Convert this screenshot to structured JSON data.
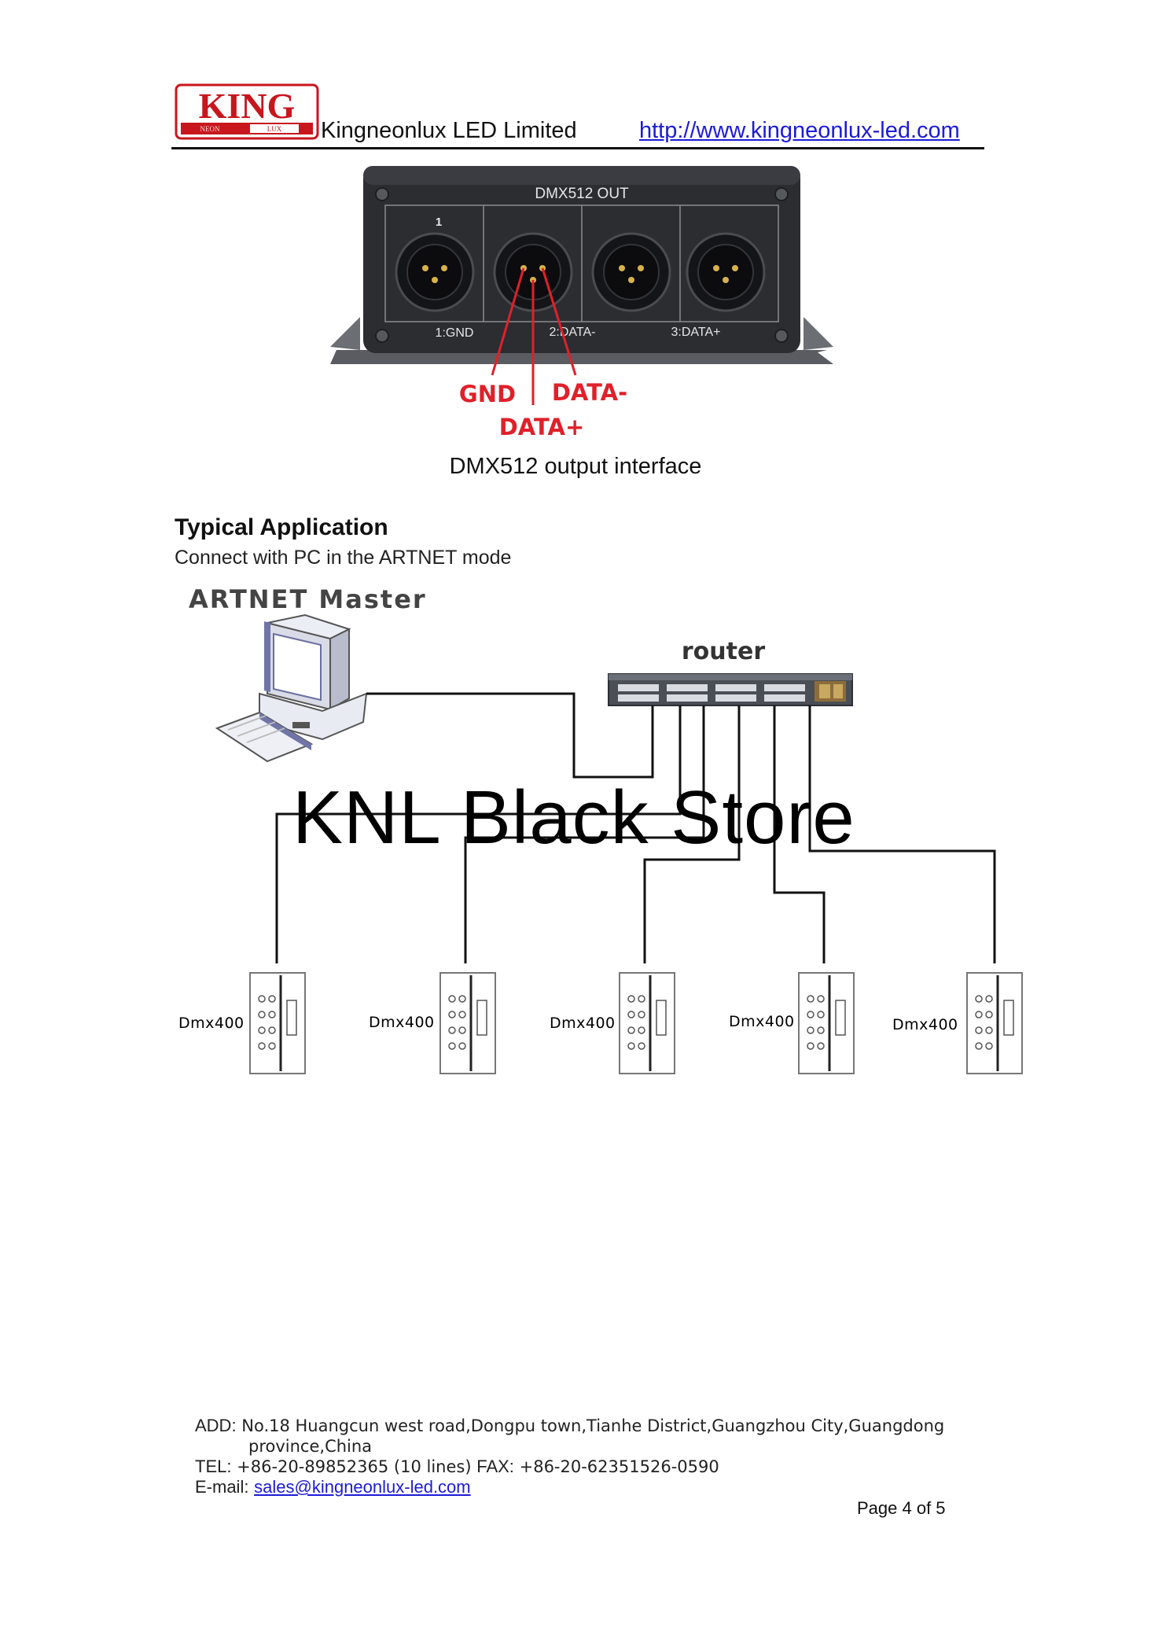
{
  "header": {
    "logo_text": "KING",
    "logo_sub_left": "NEON",
    "logo_sub_right": "LUX",
    "company": "Kingneonlux LED Limited",
    "website": "http://www.kingneonlux-led.com"
  },
  "device": {
    "panel_title": "DMX512 OUT",
    "port_number": "1",
    "pin_labels": [
      "1:GND",
      "2:DATA-",
      "3:DATA+"
    ],
    "callouts": {
      "gnd": "GND",
      "data_minus": "DATA-",
      "data_plus": "DATA+"
    },
    "caption": "DMX512 output interface"
  },
  "application": {
    "title": "Typical Application",
    "subtitle": "Connect with PC in the ARTNET mode",
    "master_label": "ARTNET Master",
    "router_label": "router",
    "device_labels": [
      "Dmx400",
      "Dmx400",
      "Dmx400",
      "Dmx400",
      "Dmx400"
    ]
  },
  "watermark": "KNL Black Store",
  "footer": {
    "address_label": "ADD:",
    "address_line1": "No.18 Huangcun west road,Dongpu town,Tianhe District,Guangzhou City,Guangdong",
    "address_line2": "province,China",
    "tel_label": "TEL:",
    "tel": "+86-20-89852365 (10 lines)",
    "fax_label": "FAX:",
    "fax": "+86-20-62351526-0590",
    "email_label": "E-mail:",
    "email": "sales@kingneonlux-led.com",
    "page": "Page 4 of 5"
  },
  "colors": {
    "logo_red": "#c8161d",
    "callout_red": "#e0202a",
    "link_blue": "#1b1bd8",
    "dmx_blue": "#2a9be0",
    "panel_dark": "#2b2d31"
  }
}
